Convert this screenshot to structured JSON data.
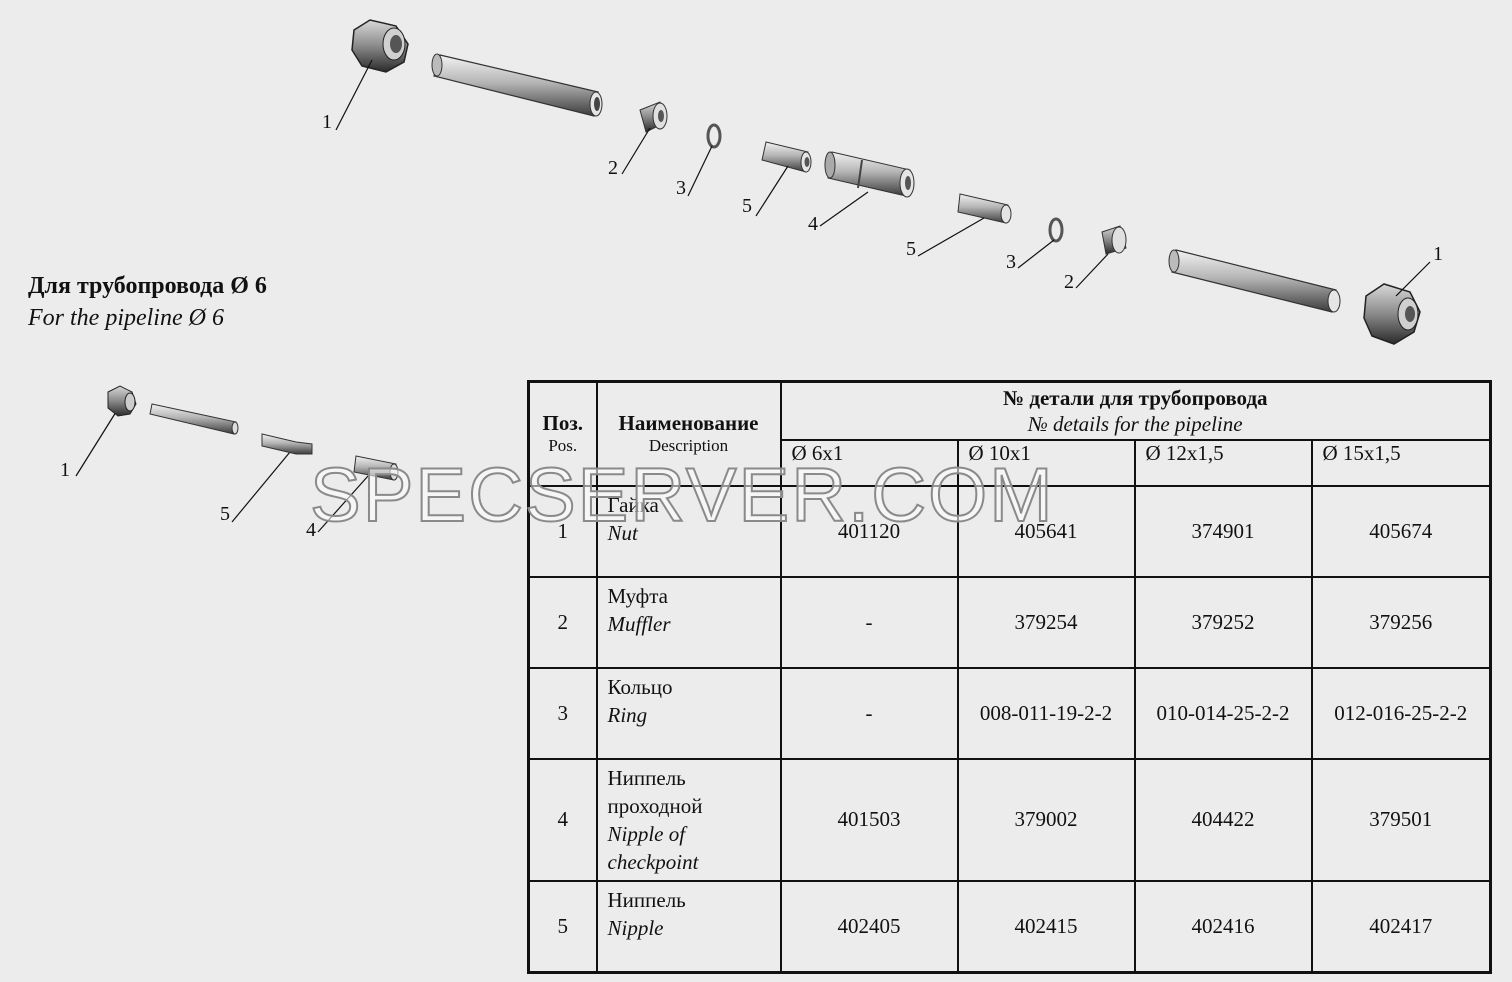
{
  "heading": {
    "ru": "Для трубопровода  Ø 6",
    "en": "For the pipeline  Ø 6"
  },
  "callouts": {
    "main_top_1": "1",
    "main_2": "2",
    "main_3": "3",
    "main_5": "5",
    "main_4": "4",
    "main_5b": "5",
    "main_3b": "3",
    "main_2b": "2",
    "main_1b": "1",
    "small_1": "1",
    "small_5": "5",
    "small_4": "4"
  },
  "table": {
    "pos_ru": "Поз.",
    "pos_en": "Pos.",
    "desc_ru": "Наименование",
    "desc_en": "Description",
    "group_ru": "№  детали для трубопровода",
    "group_en": "№ details for the pipeline",
    "sizes": [
      "Ø 6x1",
      "Ø 10x1",
      "Ø 12x1,5",
      "Ø 15x1,5"
    ],
    "rows": [
      {
        "pos": "1",
        "ru": "Гайка",
        "en": "Nut",
        "values": [
          "401120",
          "405641",
          "374901",
          "405674"
        ]
      },
      {
        "pos": "2",
        "ru": "Муфта",
        "en": "Muffler",
        "values": [
          "-",
          "379254",
          "379252",
          "379256"
        ]
      },
      {
        "pos": "3",
        "ru": "Кольцо",
        "en": "Ring",
        "values": [
          "-",
          "008-011-19-2-2",
          "010-014-25-2-2",
          "012-016-25-2-2"
        ]
      },
      {
        "pos": "4",
        "ru": "Ниппель проходной",
        "en": "Nipple of checkpoint",
        "values": [
          "401503",
          "379002",
          "404422",
          "379501"
        ]
      },
      {
        "pos": "5",
        "ru": "Ниппель",
        "en": "Nipple",
        "values": [
          "402405",
          "402415",
          "402416",
          "402417"
        ]
      }
    ]
  },
  "watermark": "SPECSERVER.COM"
}
